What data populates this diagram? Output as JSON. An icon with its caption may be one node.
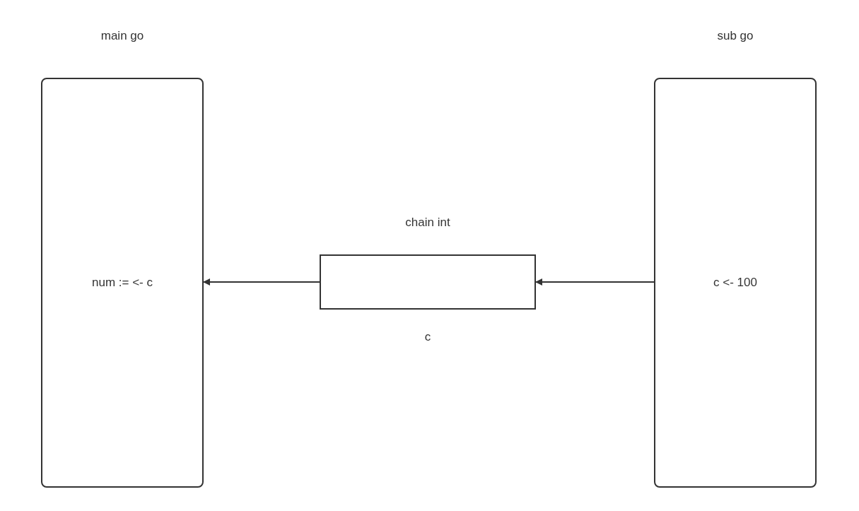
{
  "diagram": {
    "nodes": [
      {
        "text": [
          "main go",
          "num := <- c"
        ]
      },
      {
        "text": [
          "chain int"
        ],
        "beside": [
          "c"
        ]
      },
      {
        "text": [
          "sub go",
          "c <- 100"
        ]
      }
    ],
    "edges": [
      {
        "from": 2,
        "to": 1,
        "arrow": "to"
      },
      {
        "from": 1,
        "to": 0,
        "arrow": "to"
      }
    ]
  }
}
